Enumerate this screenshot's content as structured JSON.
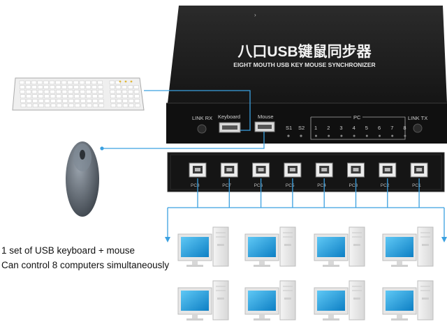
{
  "device": {
    "title_cn": "八口USB键鼠同步器",
    "title_en": "EIGHT MOUTH USB KEY MOUSE SYNCHRONIZER",
    "link_rx": "LINK RX",
    "link_tx": "LINK TX",
    "keyboard_label": "Keyboard",
    "mouse_label": "Mouse",
    "pc_label": "PC",
    "switch_labels": [
      "S1",
      "S2"
    ],
    "pc_numbers": [
      "1",
      "2",
      "3",
      "4",
      "5",
      "6",
      "7",
      "8"
    ],
    "back_ports": [
      "PC8",
      "PC7",
      "PC6",
      "PC5",
      "PC4",
      "PC3",
      "PC2",
      "PC1"
    ]
  },
  "caption": {
    "line1": "1 set of USB keyboard + mouse",
    "line2": "Can control 8 computers simultaneously"
  },
  "computers": {
    "count": 8,
    "rows": 2,
    "per_row": 4
  },
  "colors": {
    "device_body": "#1c1c1c",
    "cable": "#3aa0e0",
    "screen": "#1a9ee0",
    "frame": "#e6e6e6"
  }
}
